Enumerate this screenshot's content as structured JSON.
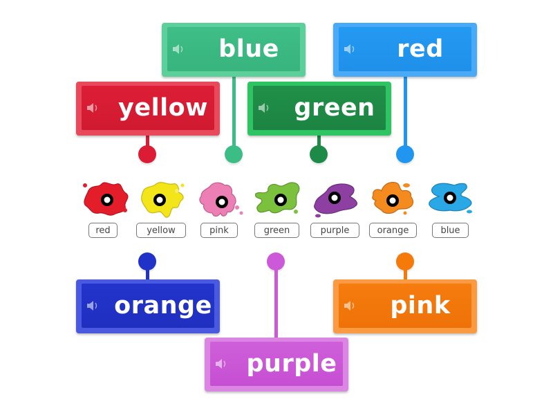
{
  "cards": [
    {
      "id": "blue",
      "label": "blue",
      "color": "#3dbd86",
      "top": "#5ccf9a",
      "bottom": "#2ea870"
    },
    {
      "id": "red",
      "label": "red",
      "color": "#2196f0",
      "top": "#4aaaf5",
      "bottom": "#1a82d8"
    },
    {
      "id": "yellow",
      "label": "yellow",
      "color": "#db1c34",
      "top": "#e84a5c",
      "bottom": "#b8152a"
    },
    {
      "id": "green",
      "label": "green",
      "color": "#1e8a48",
      "top": "#2fc463",
      "bottom": "#16703a"
    },
    {
      "id": "orange",
      "label": "orange",
      "color": "#2132c8",
      "top": "#4a5ae0",
      "bottom": "#1a27a6"
    },
    {
      "id": "pink",
      "label": "pink",
      "color": "#f57a0a",
      "top": "#fa9a42",
      "bottom": "#d8650a"
    },
    {
      "id": "purple",
      "label": "purple",
      "color": "#cc5ad8",
      "top": "#dc86e4",
      "bottom": "#b838c8"
    }
  ],
  "paint_labels": [
    "red",
    "yellow",
    "pink",
    "green",
    "purple",
    "orange",
    "blue"
  ],
  "paint_colors": [
    "#e31e2a",
    "#f2e51a",
    "#ec7fb4",
    "#7cc13e",
    "#8e3fa2",
    "#f58a1f",
    "#2aa8e6"
  ]
}
